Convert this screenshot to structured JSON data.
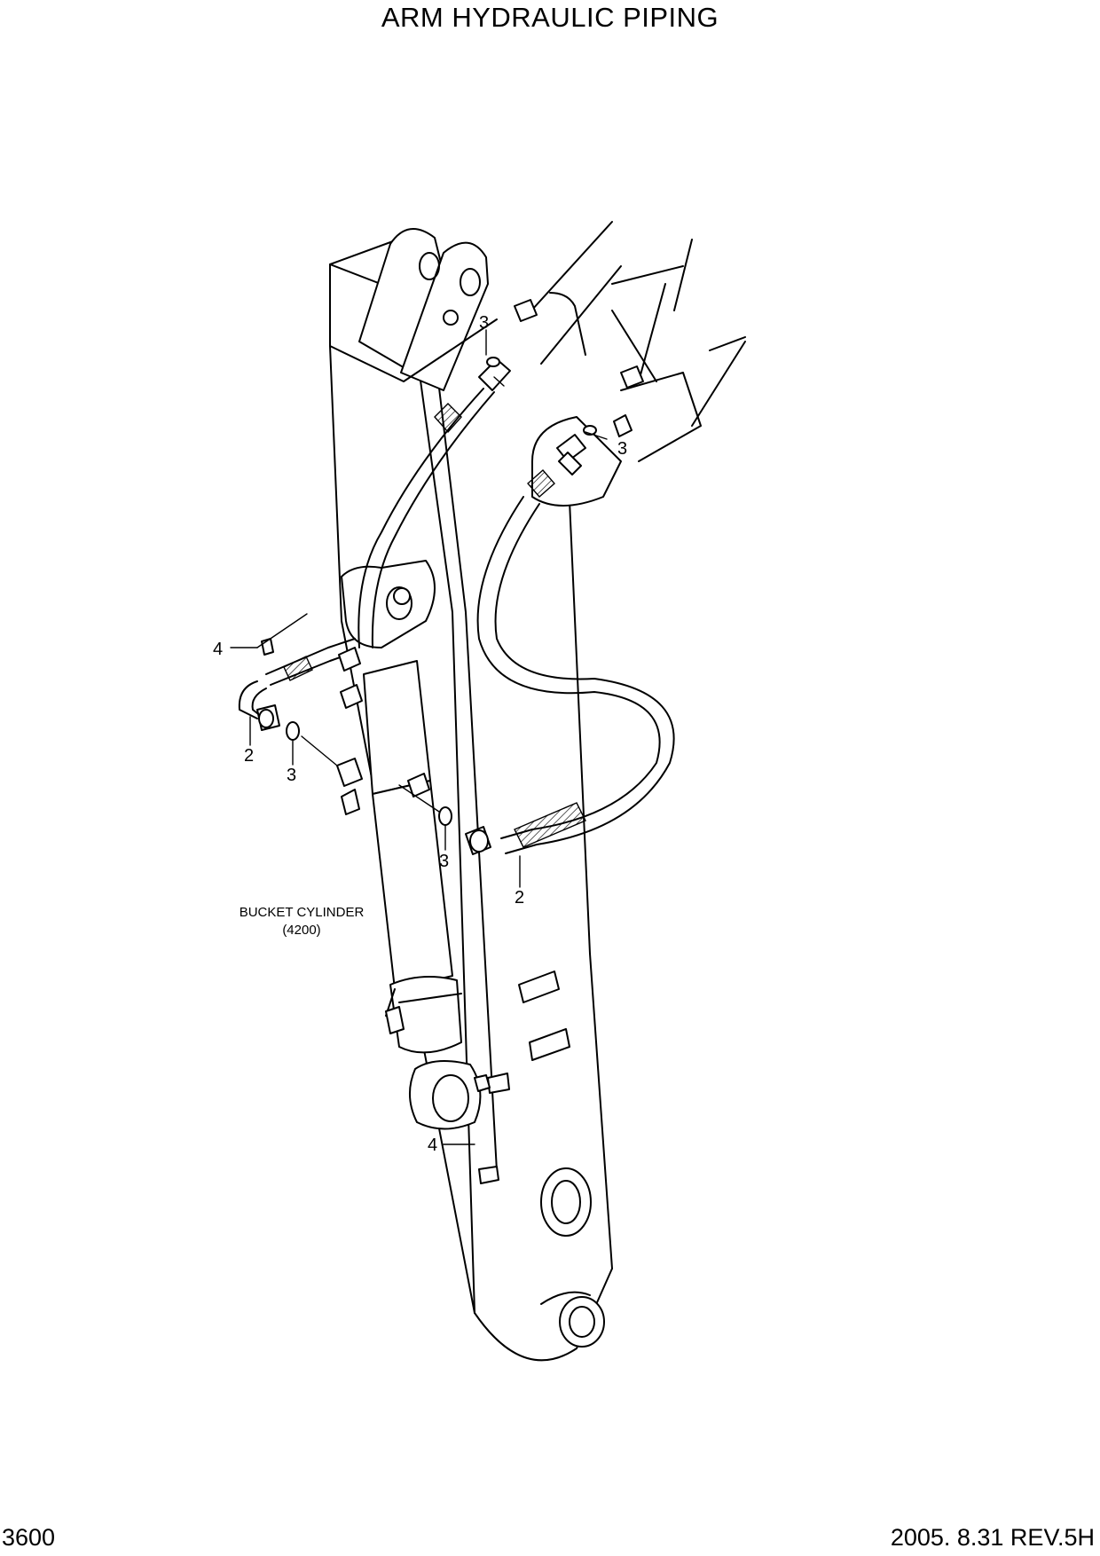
{
  "title": "ARM HYDRAULIC PIPING",
  "callouts": {
    "c1": "3",
    "c2": "3",
    "c3": "4",
    "c4": "2",
    "c5": "3",
    "c6": "3",
    "c7": "2",
    "c8": "4"
  },
  "reference": {
    "name": "BUCKET CYLINDER",
    "code": "(4200)"
  },
  "footer": {
    "page_number": "3600",
    "revision": "2005. 8.31  REV.5H"
  }
}
